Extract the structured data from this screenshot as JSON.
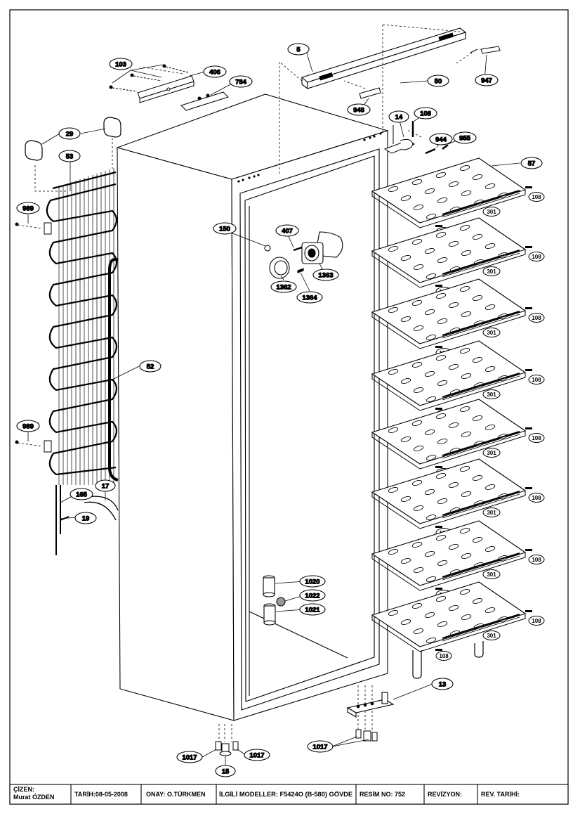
{
  "labels": {
    "p5": "5",
    "p50": "50",
    "p947": "947",
    "p103": "103",
    "p406": "406",
    "p784": "784",
    "p948": "948",
    "p14": "14",
    "p108_top": "108",
    "p944": "944",
    "p955": "955",
    "p57": "57",
    "p29": "29",
    "p53": "53",
    "p989_a": "989",
    "p989_b": "989",
    "p150": "150",
    "p407": "407",
    "p1363": "1363",
    "p1362": "1362",
    "p1364": "1364",
    "p52": "52",
    "p165": "165",
    "p17": "17",
    "p19": "19",
    "p1020": "1020",
    "p1022": "1022",
    "p1021": "1021",
    "p13": "13",
    "p1017_a": "1017",
    "p1017_b": "1017",
    "p1017_c": "1017",
    "p15": "15",
    "shelf_108": "108",
    "shelf_301": "301"
  },
  "title_block": {
    "drawn_by_label": "ÇİZEN:",
    "drawn_by_name": "Murat ÖZDEN",
    "date": "TARİH:08-05-2008",
    "approval": "ONAY: O.TÜRKMEN",
    "models": "İLGİLİ MODELLER: F5424O (B-580) GÖVDE",
    "drawing_no": "RESİM NO: 752",
    "revision": "REVİZYON:",
    "rev_date": "REV. TARİHİ:"
  }
}
